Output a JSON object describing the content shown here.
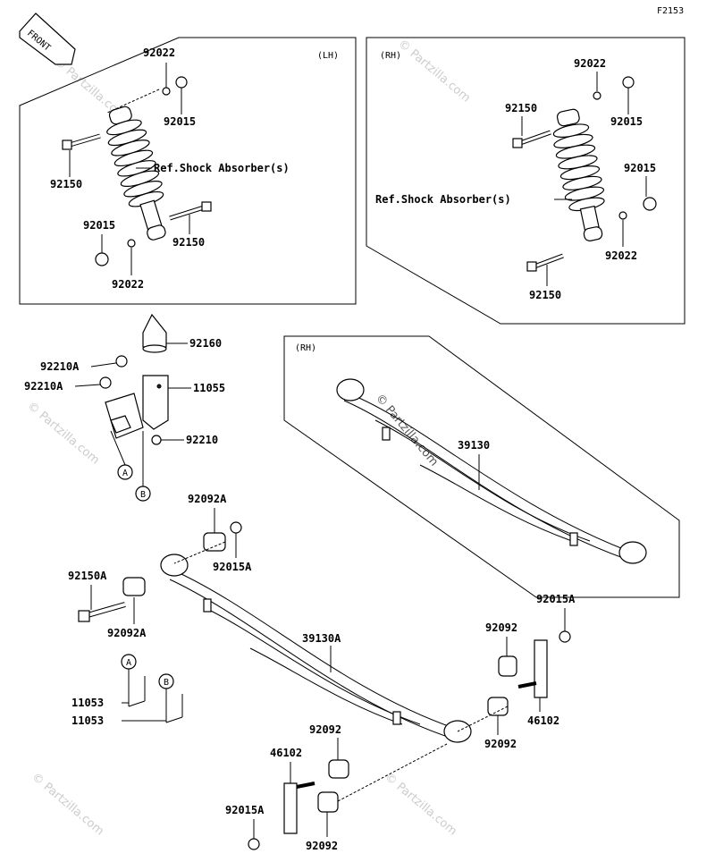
{
  "figure_code": "F2153",
  "front_label": "FRONT",
  "panels": {
    "lh_title": "(LH)",
    "rh_title": "(RH)",
    "rh_spring_title": "(RH)"
  },
  "callouts": {
    "ref_shock_lh": "Ref.Shock Absorber(s)",
    "ref_shock_rh": "Ref.Shock Absorber(s)"
  },
  "part_numbers": {
    "lh_92022_top": "92022",
    "lh_92015_top": "92015",
    "lh_92150_left": "92150",
    "lh_92015_bottom": "92015",
    "lh_92150_right": "92150",
    "lh_92022_bottom": "92022",
    "rh_92022_top": "92022",
    "rh_92150_top": "92150",
    "rh_92015_top": "92015",
    "rh_92015_mid": "92015",
    "rh_92022_bottom": "92022",
    "rh_92150_bottom": "92150",
    "p_92160": "92160",
    "p_92210A_1": "92210A",
    "p_92210A_2": "92210A",
    "p_11055": "11055",
    "p_92210": "92210",
    "p_39130": "39130",
    "p_92092A_top": "92092A",
    "p_92015A_top": "92015A",
    "p_92150A": "92150A",
    "p_92092A_left": "92092A",
    "p_39130A": "39130A",
    "p_92015A_right": "92015A",
    "p_92092_right_top": "92092",
    "p_46102_right": "46102",
    "p_92092_right_bottom": "92092",
    "p_11053_1": "11053",
    "p_11053_2": "11053",
    "p_92092_mid": "92092",
    "p_46102_left": "46102",
    "p_92015A_bottom": "92015A",
    "p_92092_bottom": "92092"
  },
  "markers": {
    "a1": "A",
    "b1": "B",
    "a2": "A",
    "b2": "B"
  },
  "watermark": "© Partzilla.com"
}
